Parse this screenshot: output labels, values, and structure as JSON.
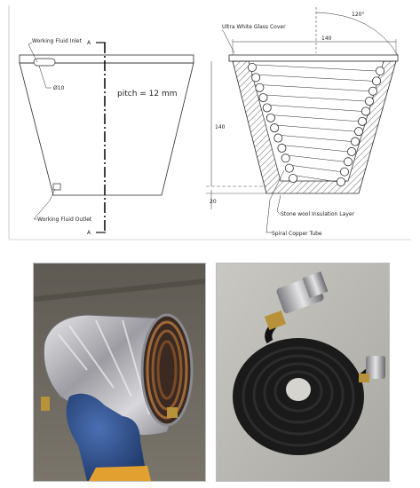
{
  "drawing": {
    "left_view": {
      "inlet_label": "Working Fluid Inlet",
      "outlet_label": "Working Fluid Outlet",
      "diameter_label": "Ø10",
      "pitch_label": "pitch = 12 mm",
      "section_marker_top": "A",
      "section_marker_bottom": "A"
    },
    "right_view": {
      "glass_cover_label": "Ultra White Glass Cover",
      "insulation_label": "Stone wool Insulation Layer",
      "copper_tube_label": "Spiral Copper Tube",
      "angle_label": "120°",
      "top_width_label": "140",
      "height_label": "140",
      "base_label": "20"
    }
  },
  "photos": {
    "left": {
      "subject": "Insulated spiral copper tube wrapped in aluminium foil, held in a blue gloved hand"
    },
    "right": {
      "subject": "Black painted spiral copper tube cone with brass and steel fittings"
    }
  },
  "colors": {
    "line": "#2a2a2a",
    "hatch": "#6a6a6a",
    "foil": "#c9c9cc",
    "glove": "#2d4f8e",
    "copper_black": "#141414",
    "brass": "#b8923a",
    "floor": "#6b6760"
  }
}
